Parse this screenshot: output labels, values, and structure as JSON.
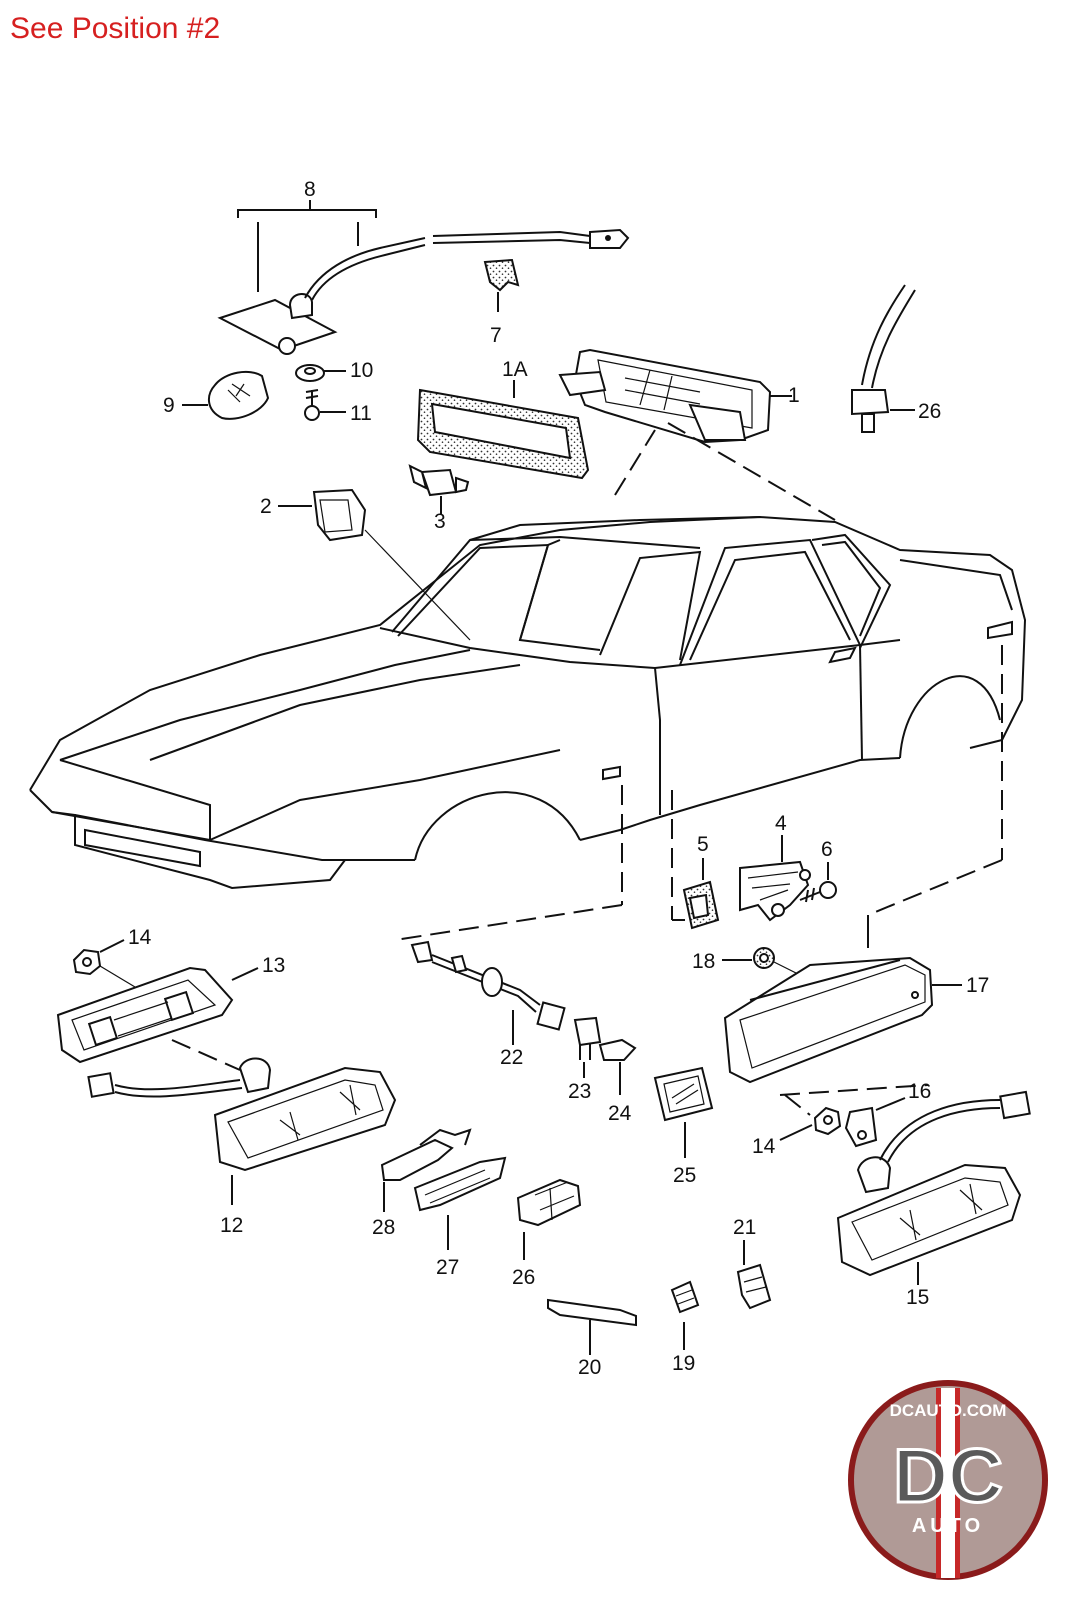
{
  "header": {
    "note": "See Position #2",
    "note_color": "#d62020"
  },
  "callouts": {
    "c8": "8",
    "c7": "7",
    "c1A": "1A",
    "c1": "1",
    "c26a": "26",
    "c9": "9",
    "c10": "10",
    "c11": "11",
    "c2": "2",
    "c3": "3",
    "c5": "5",
    "c4": "4",
    "c6": "6",
    "c14a": "14",
    "c13": "13",
    "c18": "18",
    "c17": "17",
    "c22": "22",
    "c23": "23",
    "c24": "24",
    "c25": "25",
    "c12": "12",
    "c16": "16",
    "c14b": "14",
    "c28": "28",
    "c27": "27",
    "c26b": "26",
    "c21": "21",
    "c15": "15",
    "c20": "20",
    "c19": "19"
  },
  "logo": {
    "top_text": "DCAUTO.COM",
    "big_text": "DC",
    "sub_text": "AUTO",
    "ring_color": "#8a1b1b",
    "accent_color": "#c62828"
  }
}
